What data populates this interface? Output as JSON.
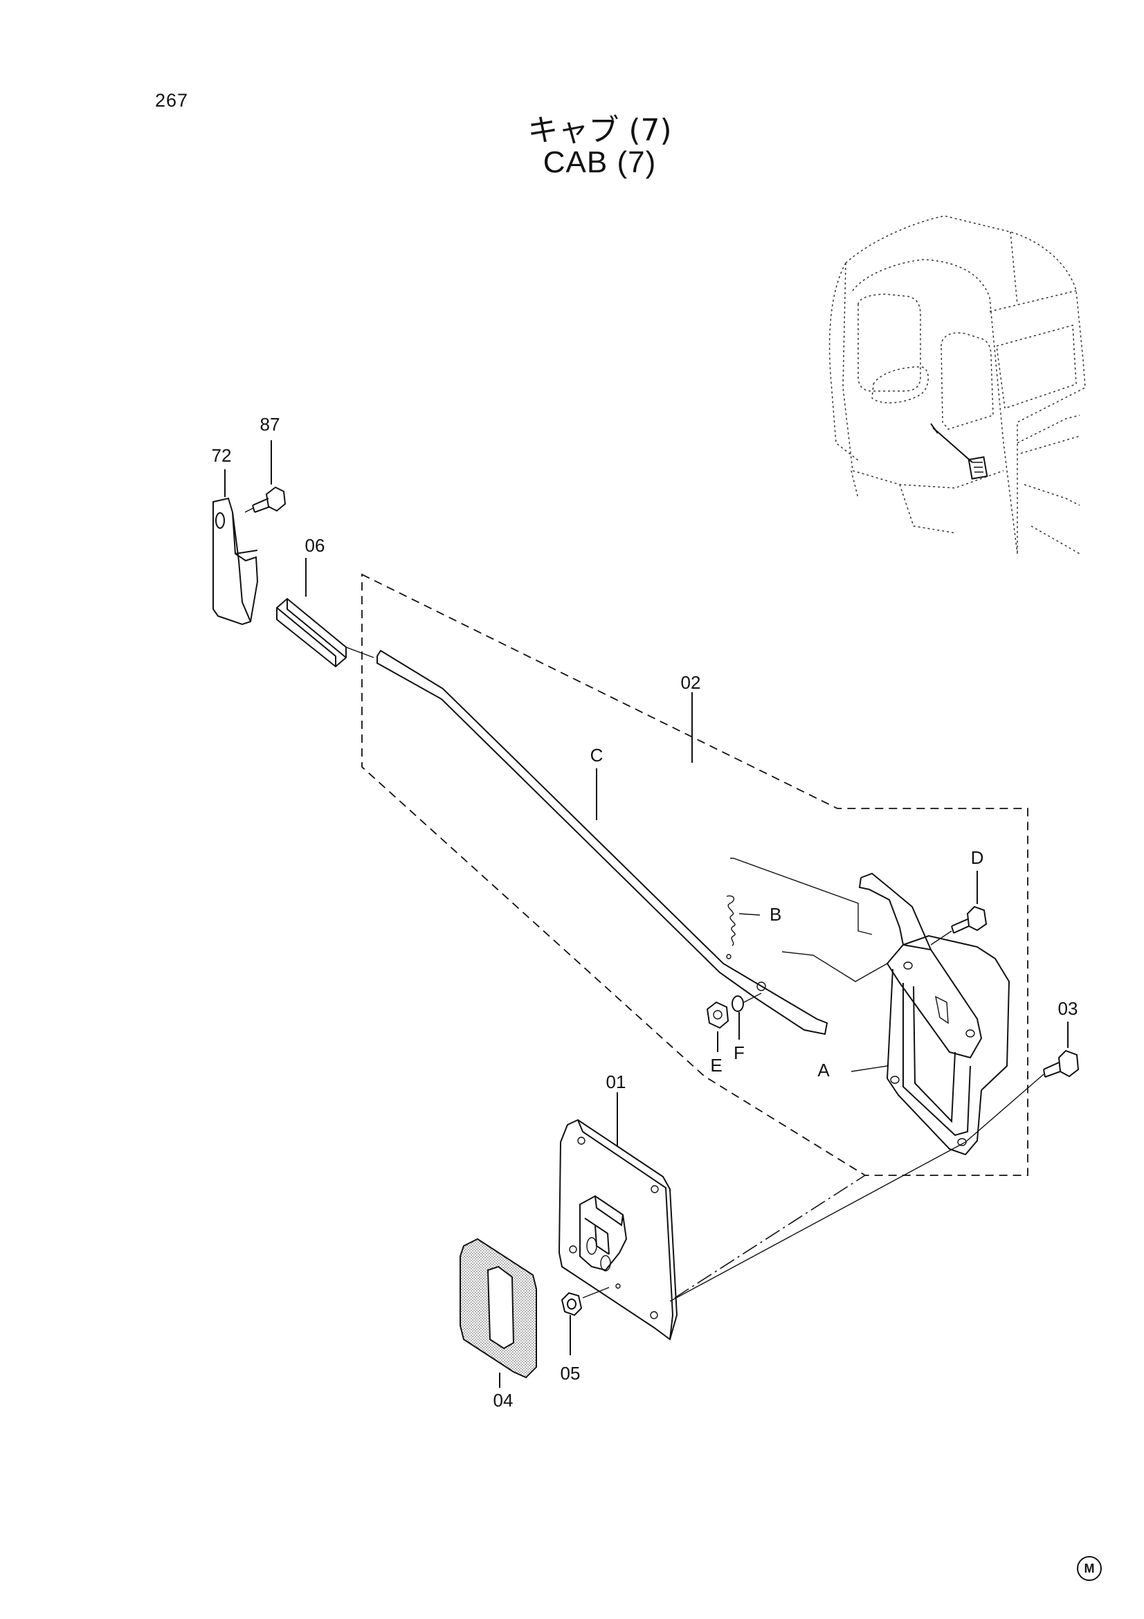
{
  "page": {
    "number": "267"
  },
  "title": {
    "japanese": "キャブ (7)",
    "english": "CAB (7)"
  },
  "callouts": {
    "p87": "87",
    "p72": "72",
    "p06": "06",
    "p02": "02",
    "pC": "C",
    "pB": "B",
    "pD": "D",
    "p03": "03",
    "pE": "E",
    "pF": "F",
    "pA": "A",
    "p01": "01",
    "p04": "04",
    "p05": "05"
  },
  "footer": {
    "mark": "M"
  }
}
